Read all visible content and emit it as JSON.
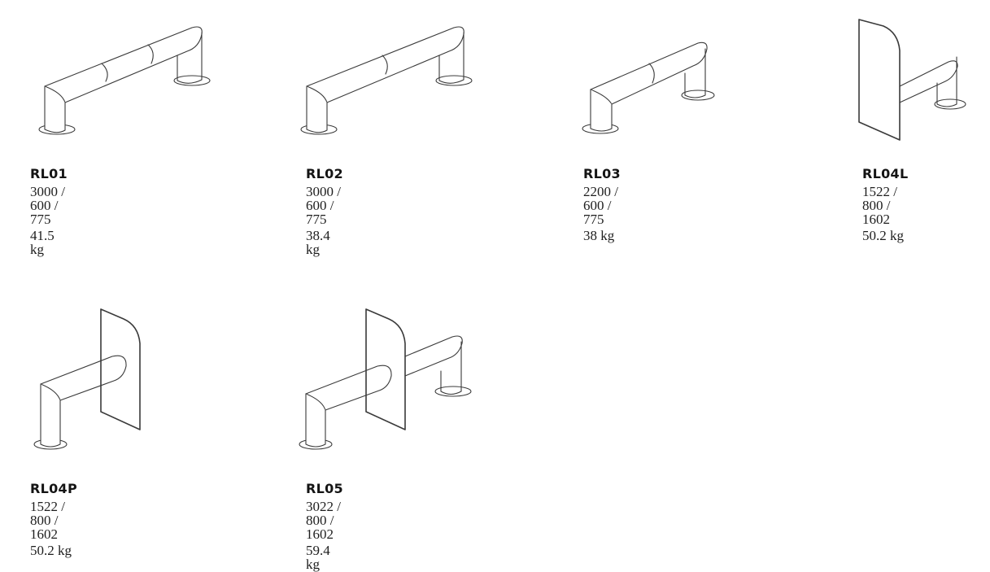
{
  "products": [
    {
      "code": "RL01",
      "dimensions": "3000 / 600 / 775",
      "weight": "41.5 kg"
    },
    {
      "code": "RL02",
      "dimensions": "3000 / 600 / 775",
      "weight": "38.4 kg"
    },
    {
      "code": "RL03",
      "dimensions": "2200 / 600 / 775",
      "weight": "38 kg"
    },
    {
      "code": "RL04L",
      "dimensions": "1522 / 800 / 1602",
      "weight": "50.2 kg"
    },
    {
      "code": "RL04P",
      "dimensions": "1522 / 800 / 1602",
      "weight": "50.2 kg"
    },
    {
      "code": "RL05",
      "dimensions": "3022 / 800 / 1602",
      "weight": "59.4 kg"
    }
  ],
  "colors": {
    "line": "#3a3a3a",
    "text": "#1a1a1a",
    "background": "#ffffff"
  }
}
